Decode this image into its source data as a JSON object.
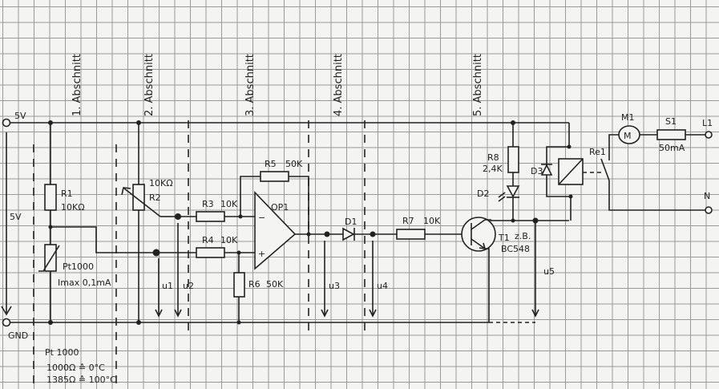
{
  "sections": [
    "1. Abschnitt",
    "2. Abschnitt",
    "3. Abschnitt",
    "4. Abschnitt",
    "5. Abschnitt"
  ],
  "terminals": {
    "supply": "5V",
    "ground": "GND",
    "supply_voltage": "5V",
    "l1": "L1",
    "n": "N"
  },
  "components": {
    "r1": {
      "name": "R1",
      "value": "10KΩ"
    },
    "pt": {
      "name": "Pt1000",
      "note": "Imax 0,1mA"
    },
    "r2": {
      "name": "R2",
      "value": "10KΩ"
    },
    "r3": {
      "name": "R3",
      "value": "10K"
    },
    "r4": {
      "name": "R4",
      "value": "10K"
    },
    "r5": {
      "name": "R5",
      "value": "50K"
    },
    "r6": {
      "name": "R6",
      "value": "50K"
    },
    "op": {
      "name": "OP1"
    },
    "d1": {
      "name": "D1"
    },
    "r7": {
      "name": "R7",
      "value": "10K"
    },
    "t1": {
      "name": "T1",
      "note": "z.B.",
      "type": "BC548"
    },
    "r8": {
      "name": "R8",
      "value": "2,4K"
    },
    "d2": {
      "name": "D2"
    },
    "d3": {
      "name": "D3"
    },
    "re": {
      "name": "Re1"
    },
    "m1": {
      "name": "M1",
      "symbol": "M"
    },
    "s1": {
      "name": "S1",
      "value": "50mA"
    }
  },
  "voltages": [
    "u1",
    "u2",
    "u3",
    "u4",
    "u5"
  ],
  "notes": [
    "Pt 1000",
    "1000Ω ≙ 0°C",
    "1385Ω ≙ 100°C"
  ],
  "opamp_signs": {
    "minus": "−",
    "plus": "+"
  }
}
